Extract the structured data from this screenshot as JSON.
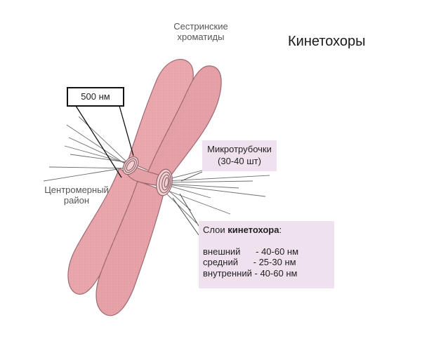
{
  "title": "Кинетохоры",
  "labels": {
    "sister_line1": "Сестринские",
    "sister_line2": "хроматиды",
    "centromere_line1": "Центромерный",
    "centromere_line2": "район",
    "scale": "500 нм",
    "microtubules_line1": "Микротрубочки",
    "microtubules_line2": "(30-40 шт)"
  },
  "layers": {
    "heading_prefix": "Слои ",
    "heading_bold": "кинетохора",
    "heading_suffix": ":",
    "rows": [
      {
        "name": "внешний",
        "gap": "      ",
        "value": "- 40-60 нм"
      },
      {
        "name": "средний",
        "gap": "      ",
        "value": "- 25-30 нм"
      },
      {
        "name": "внутренний",
        "gap": " ",
        "value": "- 40-60 нм"
      }
    ]
  },
  "colors": {
    "chromatid_fill": "#e9a7ad",
    "chromatid_stroke": "#9c6870",
    "label_bg": "#efe2ee"
  }
}
